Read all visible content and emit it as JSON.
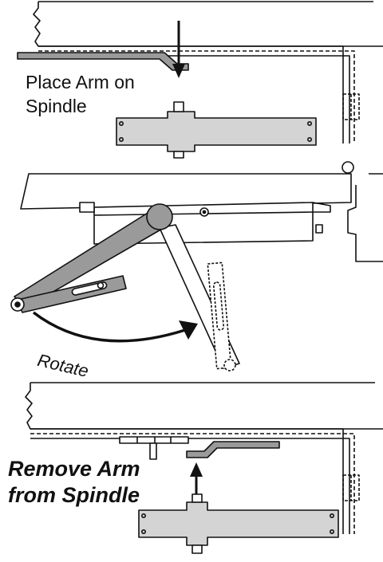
{
  "labels": {
    "place_line1": "Place Arm on",
    "place_line2": "Spindle",
    "rotate": "Rotate",
    "remove_line1": "Remove Arm",
    "remove_line2": "from Spindle"
  },
  "colors": {
    "line": "#111111",
    "part_fill": "#d4d4d4",
    "arm_fill": "#9a9a9a",
    "arm_outline_fill": "#ffffff",
    "body_fill": "#ffffff"
  }
}
